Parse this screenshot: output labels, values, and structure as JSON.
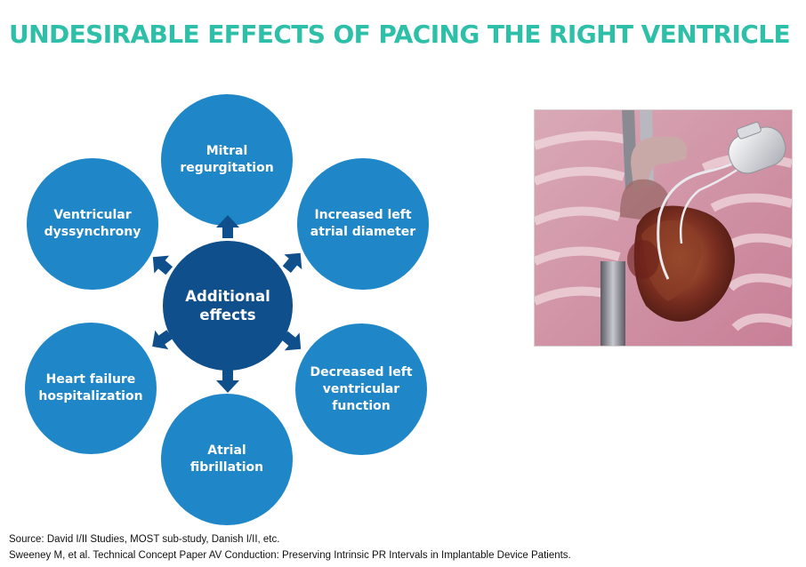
{
  "title": "UNDESIRABLE EFFECTS OF PACING THE RIGHT VENTRICLE",
  "diagram": {
    "center": "Additional\neffects",
    "outer": [
      "Mitral\nregurgitation",
      "Increased left\natrial diameter",
      "Decreased left\nventricular\nfunction",
      "Atrial\nfibrillation",
      "Heart failure\nhospitalization",
      "Ventricular\ndyssynchrony"
    ]
  },
  "image": {
    "subject": "heart-with-pacemaker-illustration"
  },
  "colors": {
    "title": "#2dbfa8",
    "outer_circle": "#1f86c8",
    "center_circle": "#0e4f8c",
    "arrow": "#0e4f8c"
  },
  "source": {
    "line1": "Source: David I/II Studies, MOST sub-study, Danish I/II, etc.",
    "line2": "Sweeney M, et al. Technical Concept Paper AV Conduction: Preserving Intrinsic PR Intervals in Implantable Device Patients."
  }
}
